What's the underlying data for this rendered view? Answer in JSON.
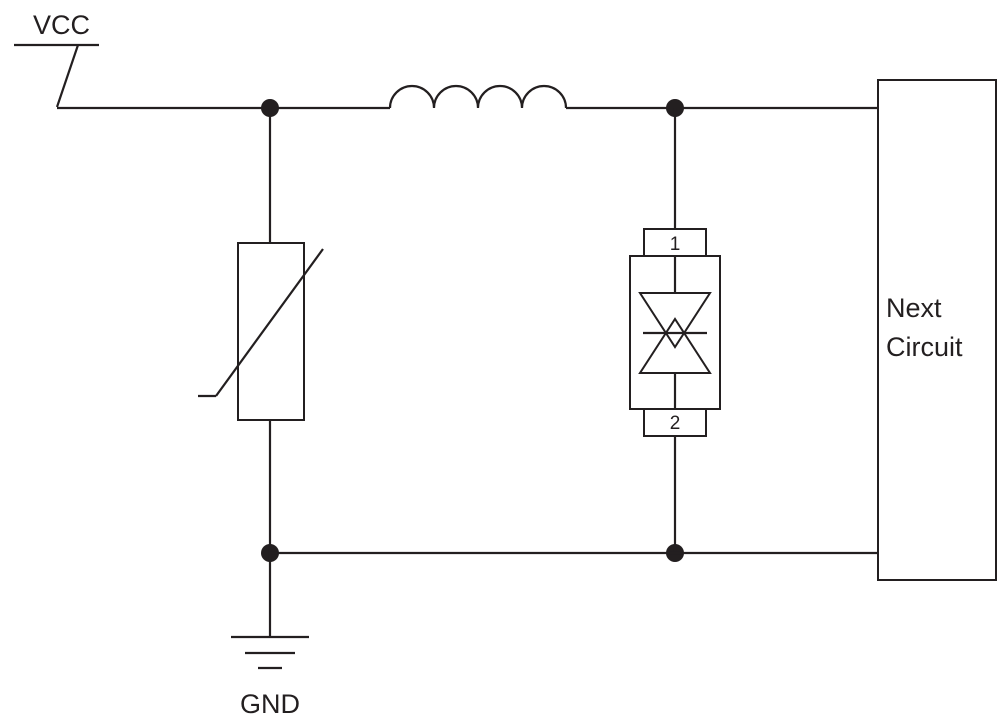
{
  "diagram": {
    "type": "circuit-schematic",
    "background_color": "#ffffff",
    "line_color": "#231f20",
    "labels": {
      "vcc": "VCC",
      "gnd": "GND",
      "next_circuit_line1": "Next",
      "next_circuit_line2": "Circuit",
      "tvs_pin_top": "1",
      "tvs_pin_bottom": "2"
    },
    "components": [
      {
        "name": "vcc-power-terminal",
        "label": "VCC"
      },
      {
        "name": "varistor",
        "label": ""
      },
      {
        "name": "inductor",
        "label": ""
      },
      {
        "name": "bidirectional-tvs-diode",
        "pins": [
          "1",
          "2"
        ]
      },
      {
        "name": "next-circuit-block",
        "label": "Next Circuit"
      },
      {
        "name": "ground-terminal",
        "label": "GND"
      }
    ]
  }
}
